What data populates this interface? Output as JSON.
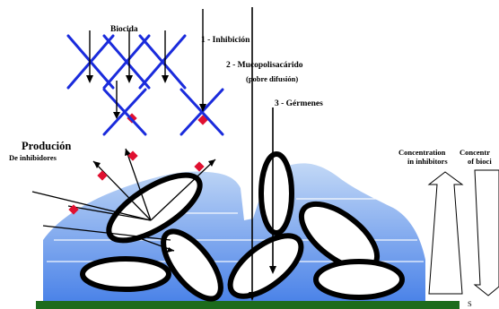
{
  "labels": {
    "biocide": "Biocida",
    "step1": "1 - Inhibición",
    "step2": "2 - Mucopolisacárido",
    "step2_note": "(pobre difusión)",
    "step3": "3 - Gérmenes",
    "production_title": "Produción",
    "production_sub": "De inhibidores",
    "conc_inhibitors_l1": "Concentration",
    "conc_inhibitors_l2": "in inhibitors",
    "conc_biocide_l1": "Concentr",
    "conc_biocide_l2": "of bioci",
    "cut_bottom": "S"
  },
  "colors": {
    "biofilm_top": "#b8d2f4",
    "biofilm_bottom": "#4f86ea",
    "biocide_cross": "#1a2bdc",
    "inhibitor_marker": "#e01030",
    "substrate": "#1c6b1c",
    "outline": "#000000"
  }
}
